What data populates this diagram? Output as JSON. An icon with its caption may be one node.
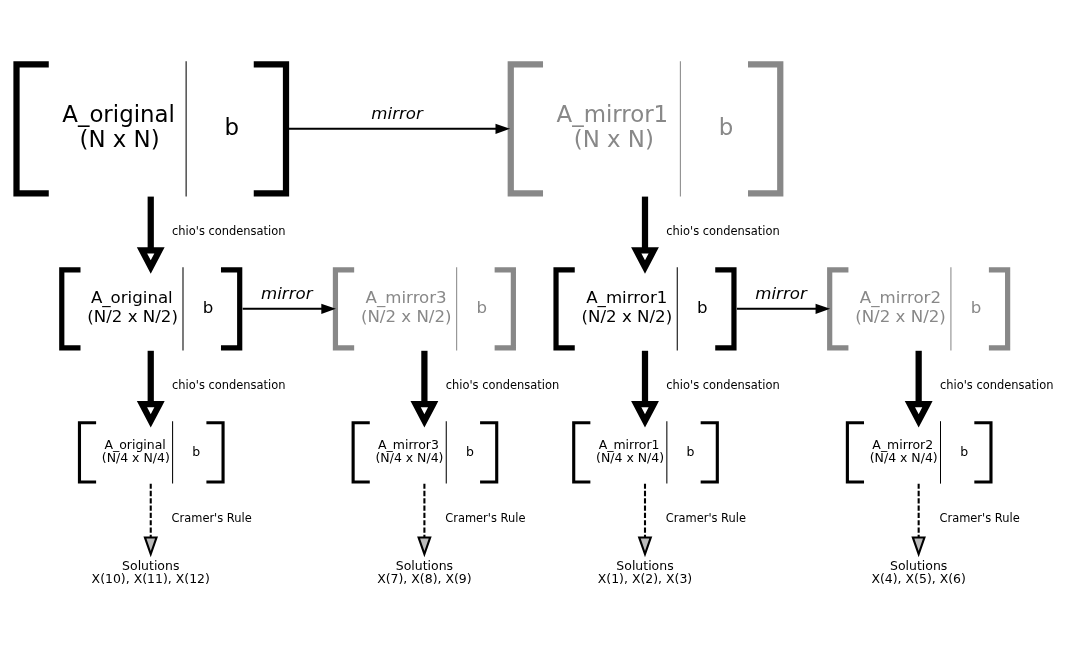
{
  "diagram": {
    "nodes": [
      {
        "text": [
          "A_original (N x N)",
          "b"
        ]
      },
      {
        "text": [
          "A_mirror1 (N x N)",
          "b"
        ]
      },
      {
        "text": [
          "A_original (N/2 x N/2)",
          "b"
        ]
      },
      {
        "text": [
          "A_mirror3 (N/2 x N/2)",
          "b"
        ]
      },
      {
        "text": [
          "A_mirror1 (N/2 x N/2)",
          "b"
        ]
      },
      {
        "text": [
          "A_mirror2 (N/2 x N/2)",
          "b"
        ]
      },
      {
        "text": [
          "A_original (N/4 x N/4)",
          "b"
        ]
      },
      {
        "text": [
          "A_mirror3 (N/4 x N/4)",
          "b"
        ]
      },
      {
        "text": [
          "A_mirror1 (N/4 x N/4)",
          "b"
        ]
      },
      {
        "text": [
          "A_mirror2 (N/4 x N/4)",
          "b"
        ]
      },
      {
        "text": [
          "Solutions X(10), X(11), X(12)"
        ]
      },
      {
        "text": [
          "Solutions X(7), X(8), X(9)"
        ]
      },
      {
        "text": [
          "Solutions X(1), X(2), X(3)"
        ]
      },
      {
        "text": [
          "Solutions X(4), X(5), X(6)"
        ]
      }
    ],
    "edges": [
      {
        "from": 0,
        "to": 1,
        "arrow": "to",
        "label": "mirror"
      },
      {
        "from": 0,
        "to": 2,
        "arrow": "to",
        "label": "chio's condensation",
        "style": "thick"
      },
      {
        "from": 1,
        "to": 4,
        "arrow": "to",
        "label": "chio's condensation",
        "style": "thick"
      },
      {
        "from": 2,
        "to": 3,
        "arrow": "to",
        "label": "mirror"
      },
      {
        "from": 4,
        "to": 5,
        "arrow": "to",
        "label": "mirror"
      },
      {
        "from": 2,
        "to": 6,
        "arrow": "to",
        "label": "chio's condensation",
        "style": "thick"
      },
      {
        "from": 3,
        "to": 7,
        "arrow": "to",
        "label": "chio's condensation",
        "style": "thick"
      },
      {
        "from": 4,
        "to": 8,
        "arrow": "to",
        "label": "chio's condensation",
        "style": "thick"
      },
      {
        "from": 5,
        "to": 9,
        "arrow": "to",
        "label": "chio's condensation",
        "style": "thick"
      },
      {
        "from": 6,
        "to": 10,
        "arrow": "to",
        "label": "Cramer's Rule",
        "style": "dashed"
      },
      {
        "from": 7,
        "to": 11,
        "arrow": "to",
        "label": "Cramer's Rule",
        "style": "dashed"
      },
      {
        "from": 8,
        "to": 12,
        "arrow": "to",
        "label": "Cramer's Rule",
        "style": "dashed"
      },
      {
        "from": 9,
        "to": 13,
        "arrow": "to",
        "label": "Cramer's Rule",
        "style": "dashed"
      }
    ]
  }
}
